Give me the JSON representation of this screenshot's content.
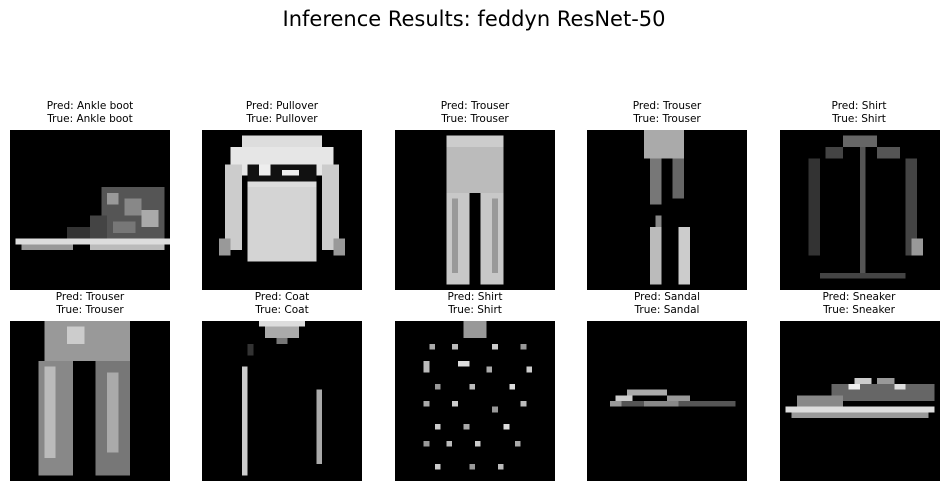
{
  "chart_data": {
    "type": "image-grid",
    "title": "Inference Results: feddyn ResNet-50",
    "panels": [
      {
        "pred": "Pred: Ankle boot",
        "true": "True: Ankle boot",
        "icon": "ankle-boot"
      },
      {
        "pred": "Pred: Pullover",
        "true": "True: Pullover",
        "icon": "pullover"
      },
      {
        "pred": "Pred: Trouser",
        "true": "True: Trouser",
        "icon": "trouser"
      },
      {
        "pred": "Pred: Trouser",
        "true": "True: Trouser",
        "icon": "trouser-thin"
      },
      {
        "pred": "Pred: Shirt",
        "true": "True: Shirt",
        "icon": "shirt-dark"
      },
      {
        "pred": "Pred: Trouser",
        "true": "True: Trouser",
        "icon": "trouser-wide"
      },
      {
        "pred": "Pred: Coat",
        "true": "True: Coat",
        "icon": "coat"
      },
      {
        "pred": "Pred: Shirt",
        "true": "True: Shirt",
        "icon": "shirt-plaid"
      },
      {
        "pred": "Pred: Sandal",
        "true": "True: Sandal",
        "icon": "sandal"
      },
      {
        "pred": "Pred: Sneaker",
        "true": "True: Sneaker",
        "icon": "sneaker"
      }
    ]
  }
}
